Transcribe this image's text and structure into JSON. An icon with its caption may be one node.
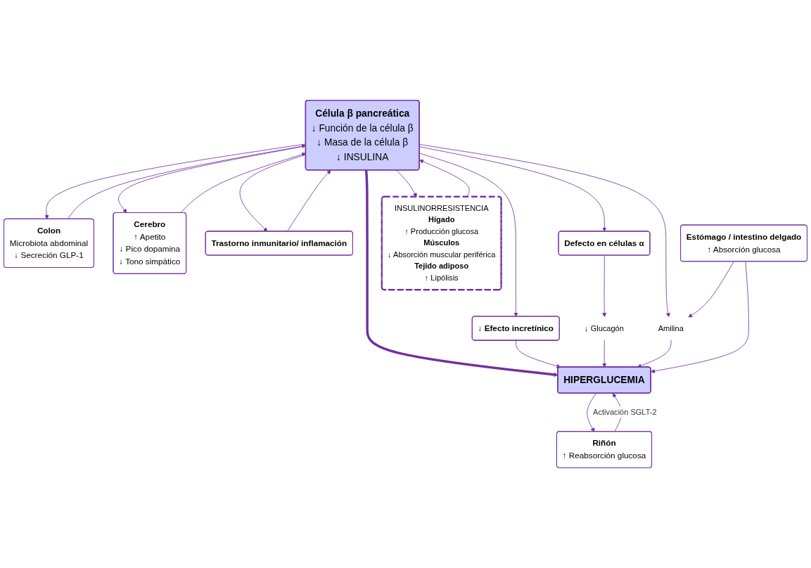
{
  "diagram": {
    "nodes": [
      {
        "text": [
          "Célula β pancreática",
          "↓ Función de la célula β",
          "↓ Masa de la célula β",
          "↓ INSULINA"
        ]
      },
      {
        "text": [
          "Colon",
          "Microbiota abdominal",
          "↓ Secreción GLP-1"
        ]
      },
      {
        "text": [
          "Cerebro",
          "↑ Apetito",
          "↓ Pico dopamina",
          "↓ Tono simpático"
        ]
      },
      {
        "text": [
          "Trastorno inmunitario/ inflamación"
        ]
      },
      {
        "text": [
          "↓ Efecto incretínico"
        ]
      },
      {
        "text": [
          "Defecto en células α"
        ]
      },
      {
        "text": [
          "Amilina"
        ]
      },
      {
        "text": [
          "↓ Glucagón"
        ]
      },
      {
        "text": [
          "INSULINORRESISTENCIA",
          "Hígado",
          "↑ Producción glucosa",
          "Músculos",
          "↓ Absorción muscular periférica",
          "Tejido adiposo",
          "↑ Lipólisis"
        ]
      },
      {
        "text": [
          "Estómago / intestino delgado",
          "↑ Absorción glucosa"
        ]
      },
      {
        "text": [
          "HIPERGLUCEMIA"
        ]
      },
      {
        "text": [
          "Riñón",
          "↑ Reabsorción glucosa"
        ]
      }
    ],
    "edges": [
      {
        "from": 1,
        "to": 0,
        "arrow": "to"
      },
      {
        "from": 0,
        "to": 1,
        "arrow": "to"
      },
      {
        "from": 2,
        "to": 0,
        "arrow": "to"
      },
      {
        "from": 0,
        "to": 2,
        "arrow": "to"
      },
      {
        "from": 0,
        "to": 3,
        "arrow": "to"
      },
      {
        "from": 3,
        "to": 0,
        "arrow": "to"
      },
      {
        "from": 0,
        "to": 6,
        "arrow": "to"
      },
      {
        "from": 0,
        "to": 4,
        "arrow": "to"
      },
      {
        "from": 0,
        "to": 10,
        "arrow": "to",
        "style": "thick"
      },
      {
        "from": 0,
        "to": 5,
        "arrow": "to"
      },
      {
        "from": 8,
        "to": 0,
        "arrow": "to"
      },
      {
        "from": 0,
        "to": 8,
        "arrow": "to"
      },
      {
        "from": 4,
        "to": 10,
        "arrow": "to"
      },
      {
        "from": 5,
        "to": 7,
        "arrow": "to"
      },
      {
        "from": 7,
        "to": 10,
        "arrow": "to"
      },
      {
        "from": 6,
        "to": 10,
        "arrow": "to"
      },
      {
        "from": 9,
        "to": 6,
        "arrow": "to"
      },
      {
        "from": 9,
        "to": 10,
        "arrow": "to"
      },
      {
        "from": 11,
        "to": 10,
        "arrow": "to",
        "label": "Activación SGLT-2"
      },
      {
        "from": 10,
        "to": 11,
        "arrow": "to"
      }
    ]
  }
}
